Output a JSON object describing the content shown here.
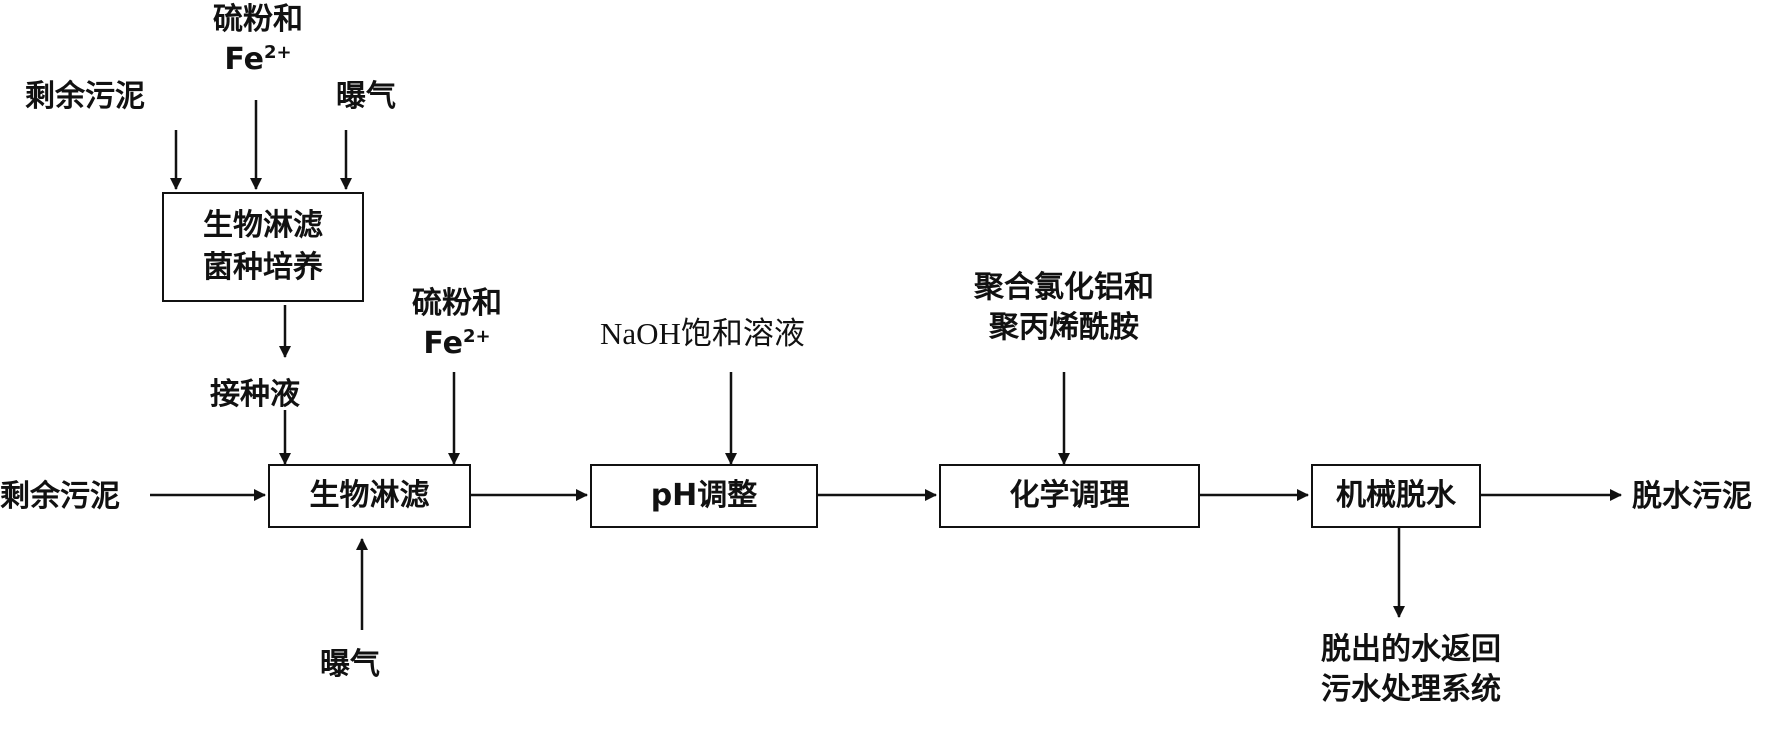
{
  "boxes": {
    "culture": {
      "line1": "生物淋滤",
      "line2": "菌种培养"
    },
    "bioleach": "生物淋滤",
    "ph_adjust": "pH调整",
    "chem_cond": "化学调理",
    "mech_dewater": "机械脱水"
  },
  "inputs": {
    "sludge_top": "剩余污泥",
    "sulfur_fe_top": {
      "line1": "硫粉和",
      "base": "Fe",
      "sup": "2+"
    },
    "aeration_top": "曝气",
    "inoculum": "接种液",
    "sulfur_fe_mid": {
      "line1": "硫粉和",
      "base": "Fe",
      "sup": "2+"
    },
    "sludge_main": "剩余污泥",
    "aeration_bottom": "曝气",
    "naoh": "NaOH饱和溶液",
    "coagulant": {
      "line1": "聚合氯化铝和",
      "line2": "聚丙烯酰胺"
    }
  },
  "outputs": {
    "dewatered_sludge": "脱水污泥",
    "return_water": {
      "line1": "脱出的水返回",
      "line2": "污水处理系统"
    }
  }
}
